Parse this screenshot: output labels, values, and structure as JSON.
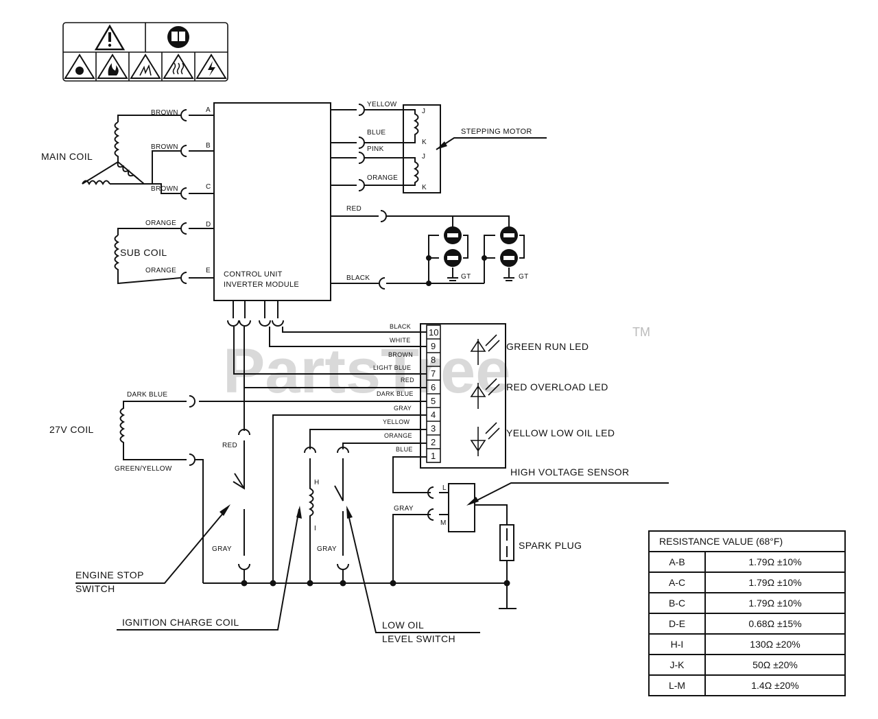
{
  "watermark": {
    "text": "PartsTree",
    "tm": "TM"
  },
  "module": {
    "line1": "CONTROL UNIT",
    "line2": "INVERTER MODULE"
  },
  "module_pins": [
    "A",
    "B",
    "C",
    "D",
    "E"
  ],
  "coils": {
    "main": "MAIN COIL",
    "sub": "SUB COIL",
    "v27": "27V COIL",
    "ignition": "IGNITION CHARGE COIL",
    "h": "H",
    "i": "I"
  },
  "wires": {
    "brown_a": "BROWN",
    "brown_b": "BROWN",
    "brown_c": "BROWN",
    "orange_d": "ORANGE",
    "orange_e": "ORANGE",
    "yellow": "YELLOW",
    "blue": "BLUE",
    "pink": "PINK",
    "orange_m": "ORANGE",
    "red_top": "RED",
    "black_top": "BLACK",
    "dark_blue_coil": "DARK BLUE",
    "green_yellow": "GREEN/YELLOW",
    "red_switch": "RED",
    "gray_switch": "GRAY",
    "gray_oil": "GRAY",
    "gray_sensor": "GRAY"
  },
  "stepping_motor": {
    "label": "STEPPING MOTOR",
    "j1": "J",
    "k1": "K",
    "j2": "J",
    "k2": "K"
  },
  "gt": [
    "GT",
    "GT"
  ],
  "connector": {
    "pins": [
      {
        "num": "10",
        "wire": "BLACK"
      },
      {
        "num": "9",
        "wire": "WHITE"
      },
      {
        "num": "8",
        "wire": "BROWN"
      },
      {
        "num": "7",
        "wire": "LIGHT BLUE"
      },
      {
        "num": "6",
        "wire": "RED"
      },
      {
        "num": "5",
        "wire": "DARK BLUE"
      },
      {
        "num": "4",
        "wire": "GRAY"
      },
      {
        "num": "3",
        "wire": "YELLOW"
      },
      {
        "num": "2",
        "wire": "ORANGE"
      },
      {
        "num": "1",
        "wire": "BLUE"
      }
    ]
  },
  "leds": {
    "green": "GREEN RUN LED",
    "red": "RED OVERLOAD LED",
    "yellow": "YELLOW LOW OIL LED"
  },
  "sensor": {
    "label": "HIGH VOLTAGE SENSOR",
    "l": "L",
    "m": "M"
  },
  "spark_plug": "SPARK PLUG",
  "engine_stop": {
    "line1": "ENGINE STOP",
    "line2": "SWITCH"
  },
  "low_oil": {
    "line1": "LOW OIL",
    "line2": "LEVEL SWITCH"
  },
  "resistance_table": {
    "title": "RESISTANCE VALUE (68°F)",
    "rows": [
      {
        "pair": "A-B",
        "value": "1.79Ω ±10%"
      },
      {
        "pair": "A-C",
        "value": "1.79Ω ±10%"
      },
      {
        "pair": "B-C",
        "value": "1.79Ω ±10%"
      },
      {
        "pair": "D-E",
        "value": "0.68Ω ±15%"
      },
      {
        "pair": "H-I",
        "value": "130Ω ±20%"
      },
      {
        "pair": "J-K",
        "value": "50Ω ±20%"
      },
      {
        "pair": "L-M",
        "value": "1.4Ω ±20%"
      }
    ]
  },
  "icons": [
    "warning-icon",
    "manual-icon",
    "explosion-icon",
    "fire-icon",
    "spark-icon",
    "hot-surface-icon",
    "shock-icon"
  ]
}
